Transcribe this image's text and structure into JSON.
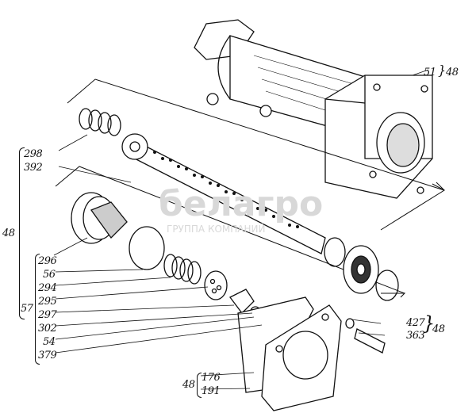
{
  "watermark": {
    "brand": "белагро",
    "subtitle": "ГРУППА КОМПАНИЙ"
  },
  "labels": {
    "housing": "51",
    "housing_group": "48",
    "spring_top": "298",
    "shaft": "392",
    "assembly_group": "48",
    "l296": "296",
    "l56": "56",
    "l294": "294",
    "l295": "295",
    "sub_group": "57",
    "l297": "297",
    "l302": "302",
    "l54": "54",
    "l379": "379",
    "washer": "427",
    "bolt": "363",
    "bolt_group": "48",
    "cover": "176",
    "gasket": "191",
    "cover_group": "48"
  }
}
